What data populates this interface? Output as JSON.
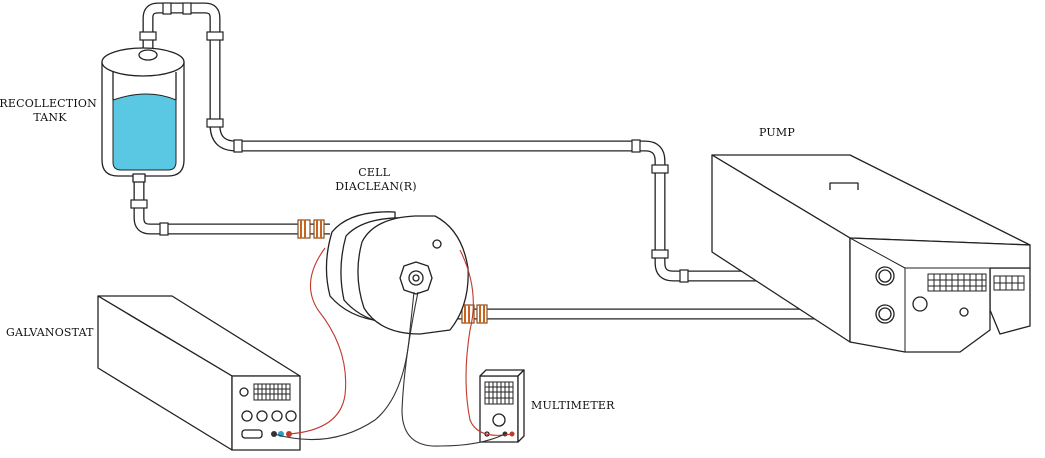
{
  "labels": {
    "recollection_tank_line1": "RECOLLECTION",
    "recollection_tank_line2": "TANK",
    "cell_line1": "CELL",
    "cell_line2": "DIACLEAN(R)",
    "pump": "PUMP",
    "galvanostat": "GALVANOSTAT",
    "multimeter": "MULTIMETER"
  },
  "colors": {
    "liquid": "#5bc8e3",
    "red_wire": "#c0392b",
    "red_coupling": "#c8641e",
    "outline": "#222222"
  }
}
